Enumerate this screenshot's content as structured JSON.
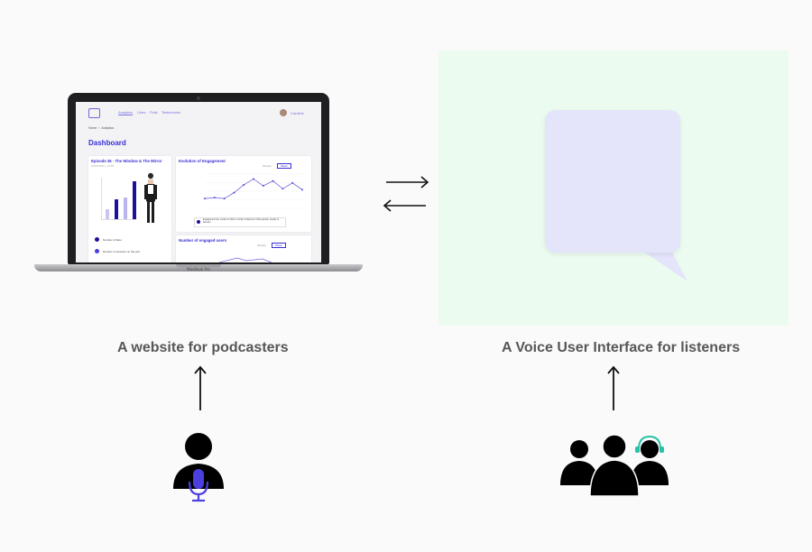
{
  "laptop": {
    "brand_label": "MacBook Pro",
    "screen": {
      "nav": [
        "Analytics",
        "Likes",
        "Polls",
        "Testimonies"
      ],
      "user_name": "Caroline",
      "breadcrumb": [
        "Home",
        "Analytics"
      ],
      "page_title": "Dashboard",
      "episode_card": {
        "title": "Episode 36 - The Window & The Mirror",
        "date": "25/07/2022 - 44:55",
        "bars": [
          {
            "value": 0.25,
            "color": "#c9c6f2"
          },
          {
            "value": 0.5,
            "color": "#1d1199"
          },
          {
            "value": 0.55,
            "color": "#b9b5ef"
          },
          {
            "value": 0.95,
            "color": "#1d1199"
          }
        ],
        "legend": [
          "Number of likes",
          "Number of answers on the poll"
        ]
      },
      "engagement_card": {
        "title": "Evolution of Engagement",
        "toggle_labels": [
          "Weekly",
          "Week"
        ],
        "values": [
          30,
          31,
          30,
          36,
          44,
          50,
          43,
          48,
          40,
          46,
          39
        ],
        "legend": "Engagement rate: number of clicks / number of listeners of that episode, sample of listeners"
      },
      "users_card": {
        "title": "Number of engaged users",
        "toggle_labels": [
          "Weekly",
          "Week"
        ]
      }
    }
  },
  "captions": {
    "left": "A website for podcasters",
    "right": "A Voice User Interface for listeners"
  },
  "colors": {
    "accent": "#3a2fd6",
    "panel_bg": "#ecfbf0",
    "bubble": "#e4e4fb",
    "mic": "#4b3fe0",
    "headset": "#28c3a6"
  },
  "icons": {
    "exchange": "bidirectional-arrows-icon",
    "podcaster": "podcaster-with-microphone-icon",
    "listeners": "group-of-listeners-icon"
  }
}
